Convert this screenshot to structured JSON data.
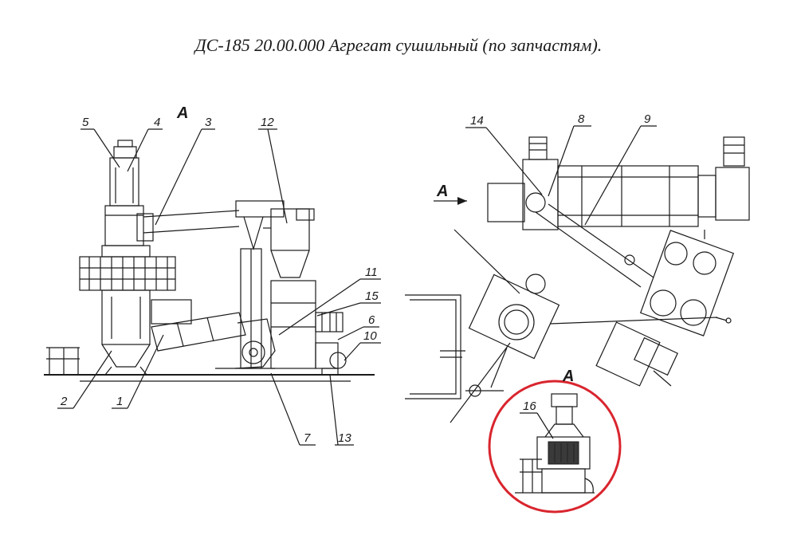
{
  "title": "ДС-185 20.00.000  Агрегат сушильный (по запчастям).",
  "view_label_left": "А",
  "view_label_arrow": "А",
  "view_label_inset": "А",
  "callouts": {
    "c1": "1",
    "c2": "2",
    "c3": "3",
    "c4": "4",
    "c5": "5",
    "c6": "6",
    "c7": "7",
    "c8": "8",
    "c9": "9",
    "c10": "10",
    "c11": "11",
    "c12": "12",
    "c13": "13",
    "c14": "14",
    "c15": "15",
    "c16": "16"
  },
  "colors": {
    "line": "#1a1a1a",
    "highlight_circle": "#d9252e",
    "background": "#ffffff"
  }
}
